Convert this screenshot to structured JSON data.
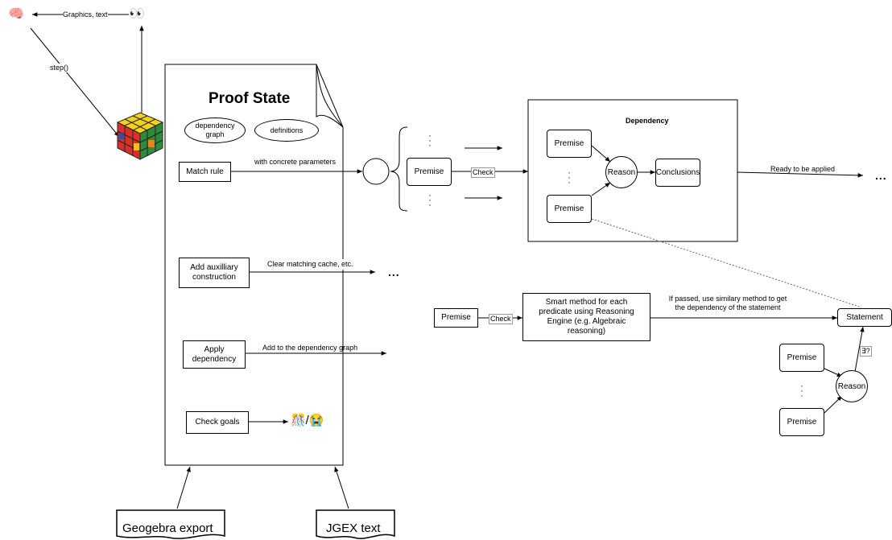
{
  "top": {
    "brain_icon": "brain-icon",
    "eyes_icon": "eyes-icon",
    "graphics_text_label": "Graphics, text",
    "step_label": "step()",
    "cube_icon": "rubiks-cube-icon"
  },
  "proof_state": {
    "title": "Proof State",
    "dependency_graph": "dependency graph",
    "definitions": "definitions",
    "match_rule": "Match rule",
    "match_rule_edge": "with concrete parameters",
    "add_aux": "Add auxilliary construction",
    "add_aux_edge": "Clear matching cache, etc.",
    "apply_dep": "Apply dependency",
    "apply_dep_edge": "Add to the dependency graph",
    "check_goals": "Check goals",
    "goal_icons": "🎊/😭"
  },
  "inputs": {
    "geogebra": "Geogebra export",
    "jgex": "JGEX text"
  },
  "match_flow": {
    "premise": "Premise",
    "check": "Check",
    "ellipsis": "...",
    "vdots": "⋮"
  },
  "dependency": {
    "title": "Dependency",
    "premise_top": "Premise",
    "premise_bottom": "Premise",
    "reason": "Reason",
    "conclusions": "Conclusions",
    "ready_label": "Ready to be applied",
    "ellipsis": "..."
  },
  "lower_flow": {
    "premise": "Premise",
    "check": "Check",
    "smart_method": "Smart method for each predicate using Reasoning Engine (e.g. Algebraic reasoning)",
    "passed_label": "If passed, use similary method to get the dependency of the statement",
    "statement": "Statement",
    "exists_label": "∃?",
    "reason": "Reason",
    "premise_top": "Premise",
    "premise_bottom": "Premise"
  },
  "aux_ellipsis": "..."
}
